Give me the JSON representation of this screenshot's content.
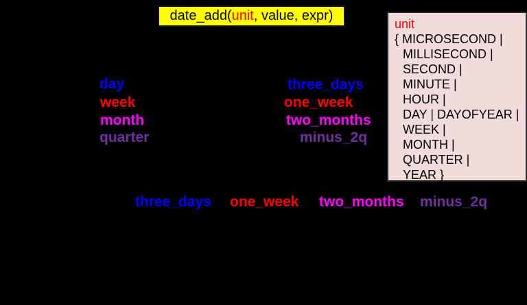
{
  "canvas": {
    "background": "#000000"
  },
  "title_box": {
    "prefix": "date_add(",
    "unit": "unit",
    "suffix": ", value, expr)",
    "background": "#FFFF00",
    "unit_color": "#FF0000",
    "text_color": "#000000"
  },
  "unit_panel": {
    "heading": "unit",
    "heading_color": "#FF0000",
    "background": "#F2DCDB",
    "lines": [
      "{ MICROSECOND |",
      "MILLISECOND |",
      "SECOND |",
      "MINUTE |",
      "HOUR |",
      "DAY | DAYOFYEAR |",
      "WEEK |",
      "MONTH |",
      "QUARTER |",
      "YEAR }"
    ]
  },
  "unit_arguments": [
    {
      "label": "day",
      "color": "#0000FF"
    },
    {
      "label": "week",
      "color": "#FF0000"
    },
    {
      "label": "month",
      "color": "#FF00FF"
    },
    {
      "label": "quarter",
      "color": "#7030A0"
    }
  ],
  "value_aliases": [
    {
      "label": "three_days",
      "color": "#0000FF"
    },
    {
      "label": "one_week",
      "color": "#FF0000"
    },
    {
      "label": "two_months",
      "color": "#FF00FF"
    },
    {
      "label": "minus_2q",
      "color": "#7030A0"
    }
  ],
  "result_columns": [
    {
      "label": "three_days",
      "color": "#0000FF"
    },
    {
      "label": "one_week",
      "color": "#FF0000"
    },
    {
      "label": "two_months",
      "color": "#FF00FF"
    },
    {
      "label": "minus_2q",
      "color": "#7030A0"
    }
  ]
}
